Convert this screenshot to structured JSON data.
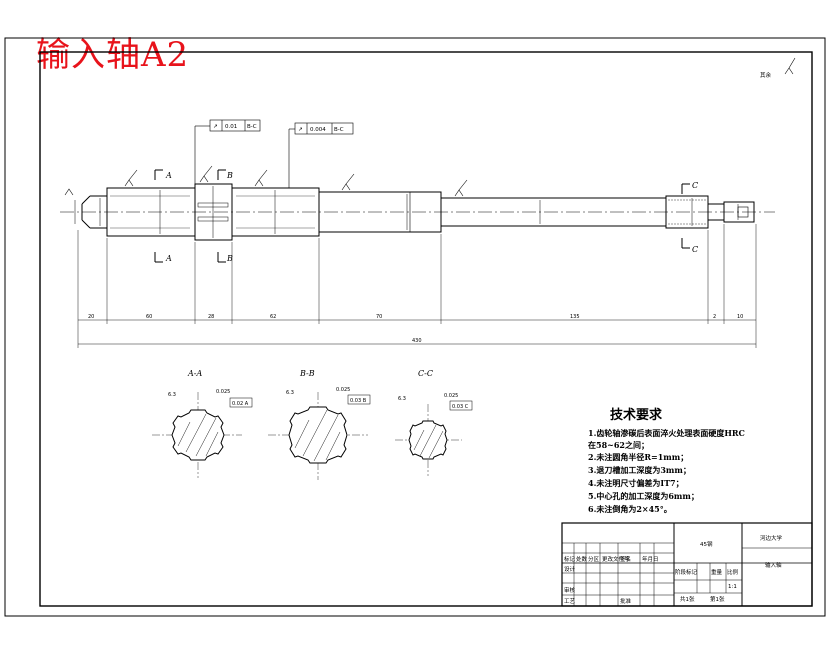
{
  "stamp": {
    "text": "输入轴A2",
    "color": "#e8131b"
  },
  "roughness_note": "其余",
  "overall_length": "430",
  "segment_dims": [
    "20",
    "60",
    "28",
    "62",
    "70",
    "135",
    "2",
    "10"
  ],
  "sections": [
    {
      "label": "A-A",
      "marks": [
        "6.3",
        "0.025",
        "0.02 A"
      ]
    },
    {
      "label": "B-B",
      "marks": [
        "6.3",
        "0.025",
        "0.03 B"
      ]
    },
    {
      "label": "C-C",
      "marks": [
        "6.3",
        "0.025",
        "0.03 C"
      ]
    }
  ],
  "tolerance_frames": [
    {
      "sym": "↗",
      "value": "0.01",
      "datum": "B-C"
    },
    {
      "sym": "↗",
      "value": "0.004",
      "datum": "B-C"
    }
  ],
  "section_letters": [
    "A",
    "A",
    "B",
    "B",
    "C",
    "C"
  ],
  "requirements": {
    "title": "技术要求",
    "items": [
      "1.齿轮轴渗碳后表面淬火处理表面硬度HRC",
      "在58~62之间；",
      "2.未注圆角半径R=1mm；",
      "3.退刀槽加工深度为3mm；",
      "4.未注明尺寸偏差为IT7；",
      "5.中心孔的加工深度为6mm；",
      "6.未注倒角为2×45°。"
    ]
  },
  "title_block": {
    "material": "45钢",
    "school": "河边大学",
    "part_name": "输入轴",
    "scale": "1:1",
    "stage": "阶段标记",
    "weight": "重量",
    "ratio": "比例",
    "sheet_total": "共1张",
    "sheet_no": "第1张",
    "labels": [
      "标记",
      "处数",
      "分区",
      "更改文件号",
      "签名",
      "年月日",
      "设计",
      "审核",
      "工艺",
      "批准"
    ]
  }
}
